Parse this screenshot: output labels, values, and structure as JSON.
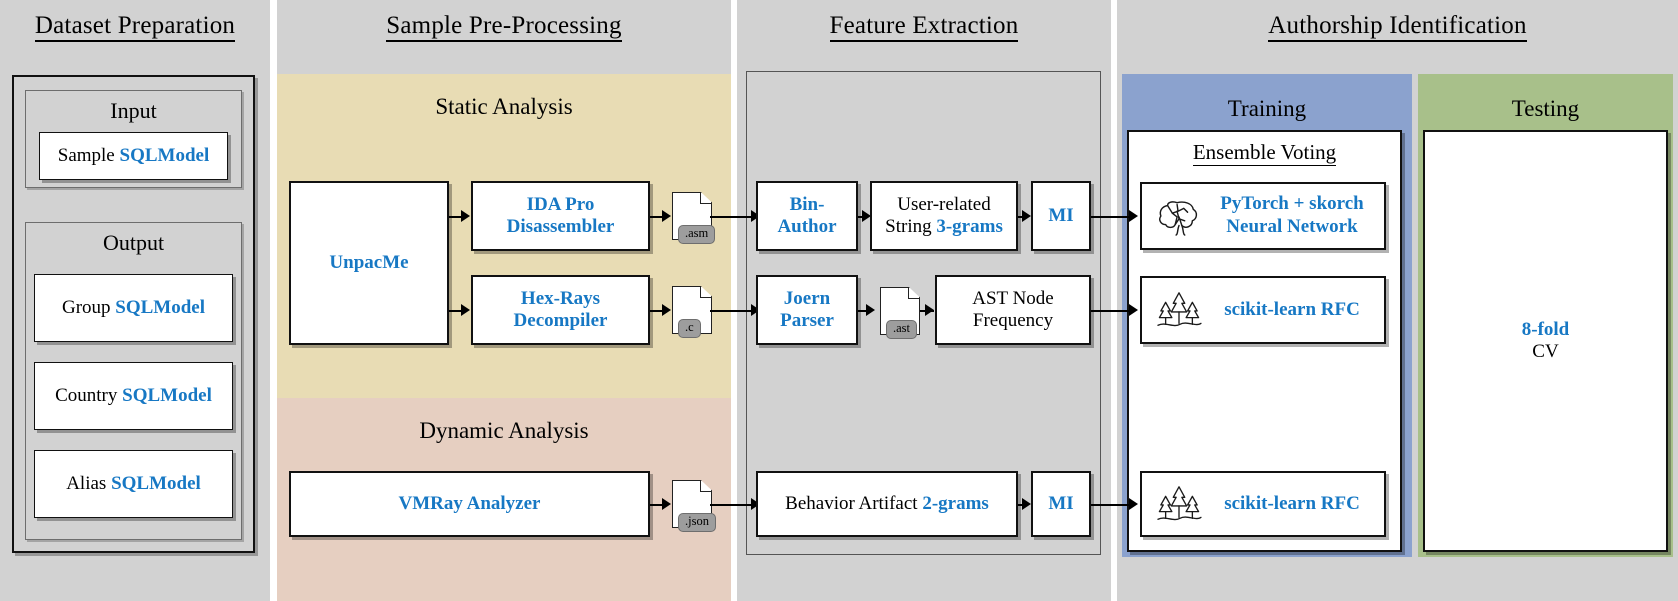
{
  "diagram": {
    "columns": [
      {
        "id": "dataset-preparation",
        "title": "Dataset Preparation"
      },
      {
        "id": "sample-pre-processing",
        "title": "Sample Pre-Processing"
      },
      {
        "id": "feature-extraction",
        "title": "Feature Extraction"
      },
      {
        "id": "authorship-identification",
        "title": "Authorship Identification"
      }
    ]
  },
  "dataset_preparation": {
    "input": {
      "title": "Input",
      "items": [
        {
          "plain": "Sample ",
          "blue": "SQLModel"
        }
      ]
    },
    "output": {
      "title": "Output",
      "items": [
        {
          "plain": "Group ",
          "blue": "SQLModel"
        },
        {
          "plain": "Country ",
          "blue": "SQLModel"
        },
        {
          "plain": "Alias ",
          "blue": "SQLModel"
        }
      ]
    }
  },
  "preprocessing": {
    "static_title": "Static Analysis",
    "dynamic_title": "Dynamic Analysis",
    "unpacme": "UnpacMe",
    "ida": "IDA Pro\nDisassembler",
    "ida_l1": "IDA Pro",
    "ida_l2": "Disassembler",
    "hexrays_l1": "Hex-Rays",
    "hexrays_l2": "Decompiler",
    "vmray": "VMRay Analyzer",
    "file_asm": ".asm",
    "file_c": ".c",
    "file_json": ".json"
  },
  "feature_extraction": {
    "binauthor_l1": "Bin-",
    "binauthor_l2": "Author",
    "joern_l1": "Joern",
    "joern_l2": "Parser",
    "file_ast": ".ast",
    "strings_l1": "User-related",
    "strings_l2_plain": "String ",
    "strings_l2_blue": "3-grams",
    "ast_l1": "AST Node",
    "ast_l2": "Frequency",
    "behavior_plain": "Behavior Artifact ",
    "behavior_blue": "2-grams",
    "mi_top": "MI",
    "mi_bottom": "MI"
  },
  "authorship": {
    "training_title": "Training",
    "testing_title": "Testing",
    "ensemble_title": "Ensemble Voting",
    "models": [
      {
        "icon": "brain-icon",
        "l1": "PyTorch + skorch",
        "l2": "Neural Network"
      },
      {
        "icon": "forest-icon",
        "l1": "scikit-learn RFC",
        "l2": ""
      },
      {
        "icon": "forest-icon",
        "l1": "scikit-learn RFC",
        "l2": ""
      }
    ],
    "testing_blue": "8-fold",
    "testing_plain": "CV"
  },
  "colors": {
    "panel_gray": "#d2d2d2",
    "static_band": "#e8dcb4",
    "dynamic_band": "#e6cfc1",
    "training_blue": "#8ba2ce",
    "testing_green": "#a8c08a",
    "accent_blue": "#1778c4",
    "box_white": "#ffffff",
    "stroke": "#111111"
  }
}
